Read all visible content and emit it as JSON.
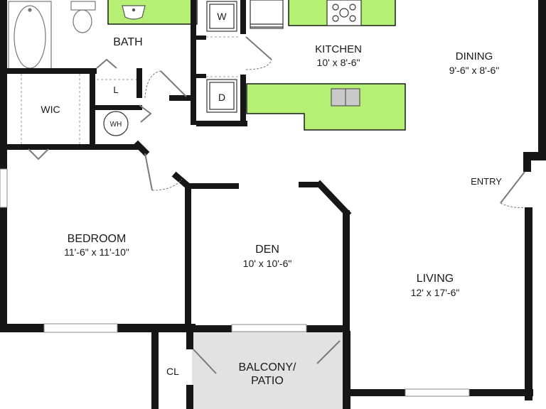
{
  "rooms": {
    "bath": {
      "name": "BATH"
    },
    "kitchen": {
      "name": "KITCHEN",
      "dims": "10' x 8'-6\""
    },
    "dining": {
      "name": "DINING",
      "dims": "9'-6\" x 8'-6\""
    },
    "wic": {
      "name": "WIC"
    },
    "linen": {
      "name": "L"
    },
    "water_heater": {
      "name": "WH"
    },
    "washer": {
      "name": "W"
    },
    "dryer": {
      "name": "D"
    },
    "entry": {
      "name": "ENTRY"
    },
    "bedroom": {
      "name": "BEDROOM",
      "dims": "11'-6\" x 11'-10\""
    },
    "den": {
      "name": "DEN",
      "dims": "10' x 10'-6\""
    },
    "living": {
      "name": "LIVING",
      "dims": "12' x 17'-6\""
    },
    "closet": {
      "name": "CL"
    },
    "balcony": {
      "name_line1": "BALCONY/",
      "name_line2": "PATIO"
    }
  },
  "colors": {
    "wall": "#161616",
    "counter": "#b5f074",
    "patio": "#e2e2e2",
    "fixture": "#888888",
    "window": "#d9d9d9"
  }
}
